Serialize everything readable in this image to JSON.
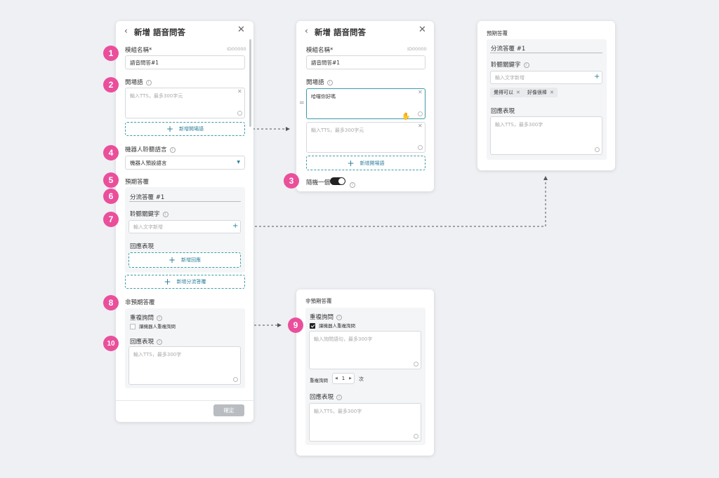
{
  "panel_main": {
    "title": "新增 語音問答",
    "module_name_label": "模組名稱*",
    "module_id": "ID00000",
    "module_name_value": "語音問答#1",
    "opening_label": "開場語",
    "opening_placeholder": "輸入TTS，最多300字元",
    "add_opening": "新增開場語",
    "robot_lang_label": "機器人聆聽語言",
    "robot_lang_value": "機器人預設語言",
    "expected_label": "預期答覆",
    "branch_name": "分流答覆 #1",
    "keyword_label": "聆聽關鍵字",
    "keyword_placeholder": "輸入文字新增",
    "response_label": "回應表現",
    "add_response": "新增回應",
    "add_branch": "新增分流答覆",
    "unexpected_label": "非預期答覆",
    "repeat_label": "重複詢問",
    "repeat_checkbox": "讓機器人重複詢問",
    "response2_label": "回應表現",
    "response2_placeholder": "輸入TTS，最多300字",
    "confirm": "確定"
  },
  "panel_opening": {
    "title": "新增 語音問答",
    "module_name_label": "模組名稱*",
    "module_id": "ID00000",
    "module_name_value": "語音問答#1",
    "opening_label": "開場語",
    "opening_value": "哈囉你好嗎",
    "opening_placeholder": "輸入TTS，最多300字元",
    "add_opening": "新增開場語",
    "random_label": "隨機一個"
  },
  "panel_expected": {
    "title": "預期答覆",
    "branch_name": "分流答覆 #1",
    "keyword_label": "聆聽關鍵字",
    "keyword_placeholder": "輸入文字新增",
    "tags": [
      "覺得可以",
      "好像很棒"
    ],
    "response_label": "回應表現",
    "response_placeholder": "輸入TTS，最多300字"
  },
  "panel_unexpected": {
    "title": "非預期答覆",
    "repeat_label": "重複詢問",
    "repeat_checkbox": "讓機器人重複詢問",
    "repeat_placeholder": "輸入詢問語句，最多300字",
    "repeat_count_label": "重複詢問",
    "repeat_count": "1",
    "times_unit": "次",
    "response_label": "回應表現",
    "response_placeholder": "輸入TTS，最多300字"
  },
  "badges": [
    "1",
    "2",
    "3",
    "4",
    "5",
    "6",
    "7",
    "8",
    "9",
    "10"
  ],
  "colors": {
    "accent": "#3a9ca6",
    "badge": "#ea4f9b",
    "background": "#eef0f3"
  },
  "icons": {
    "back": "chevron-left-icon",
    "close": "close-icon",
    "info": "info-icon",
    "plus": "plus-icon",
    "dropdown": "caret-down-icon",
    "drag": "drag-handle-icon",
    "cursor": "hand-cursor-icon"
  }
}
